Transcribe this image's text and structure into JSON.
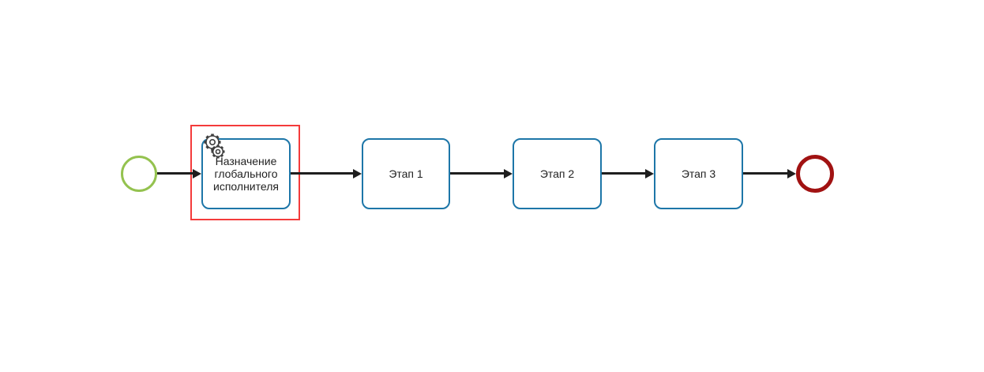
{
  "diagram": {
    "type": "bpmn-process",
    "service_task": {
      "label": "Назначение глобального исполнителя",
      "icon": "service-gears-icon",
      "selected": true
    },
    "stage_tasks": [
      {
        "label": "Этап 1"
      },
      {
        "label": "Этап 2"
      },
      {
        "label": "Этап 3"
      }
    ],
    "events": {
      "start": {
        "type": "start-event"
      },
      "end": {
        "type": "end-event"
      }
    },
    "colors": {
      "task_border": "#1d76a8",
      "start_event": "#94c24f",
      "end_event": "#a11212",
      "selection": "#f43b3b",
      "flow": "#1e1e1e",
      "text": "#222222",
      "background": "#ffffff"
    }
  }
}
